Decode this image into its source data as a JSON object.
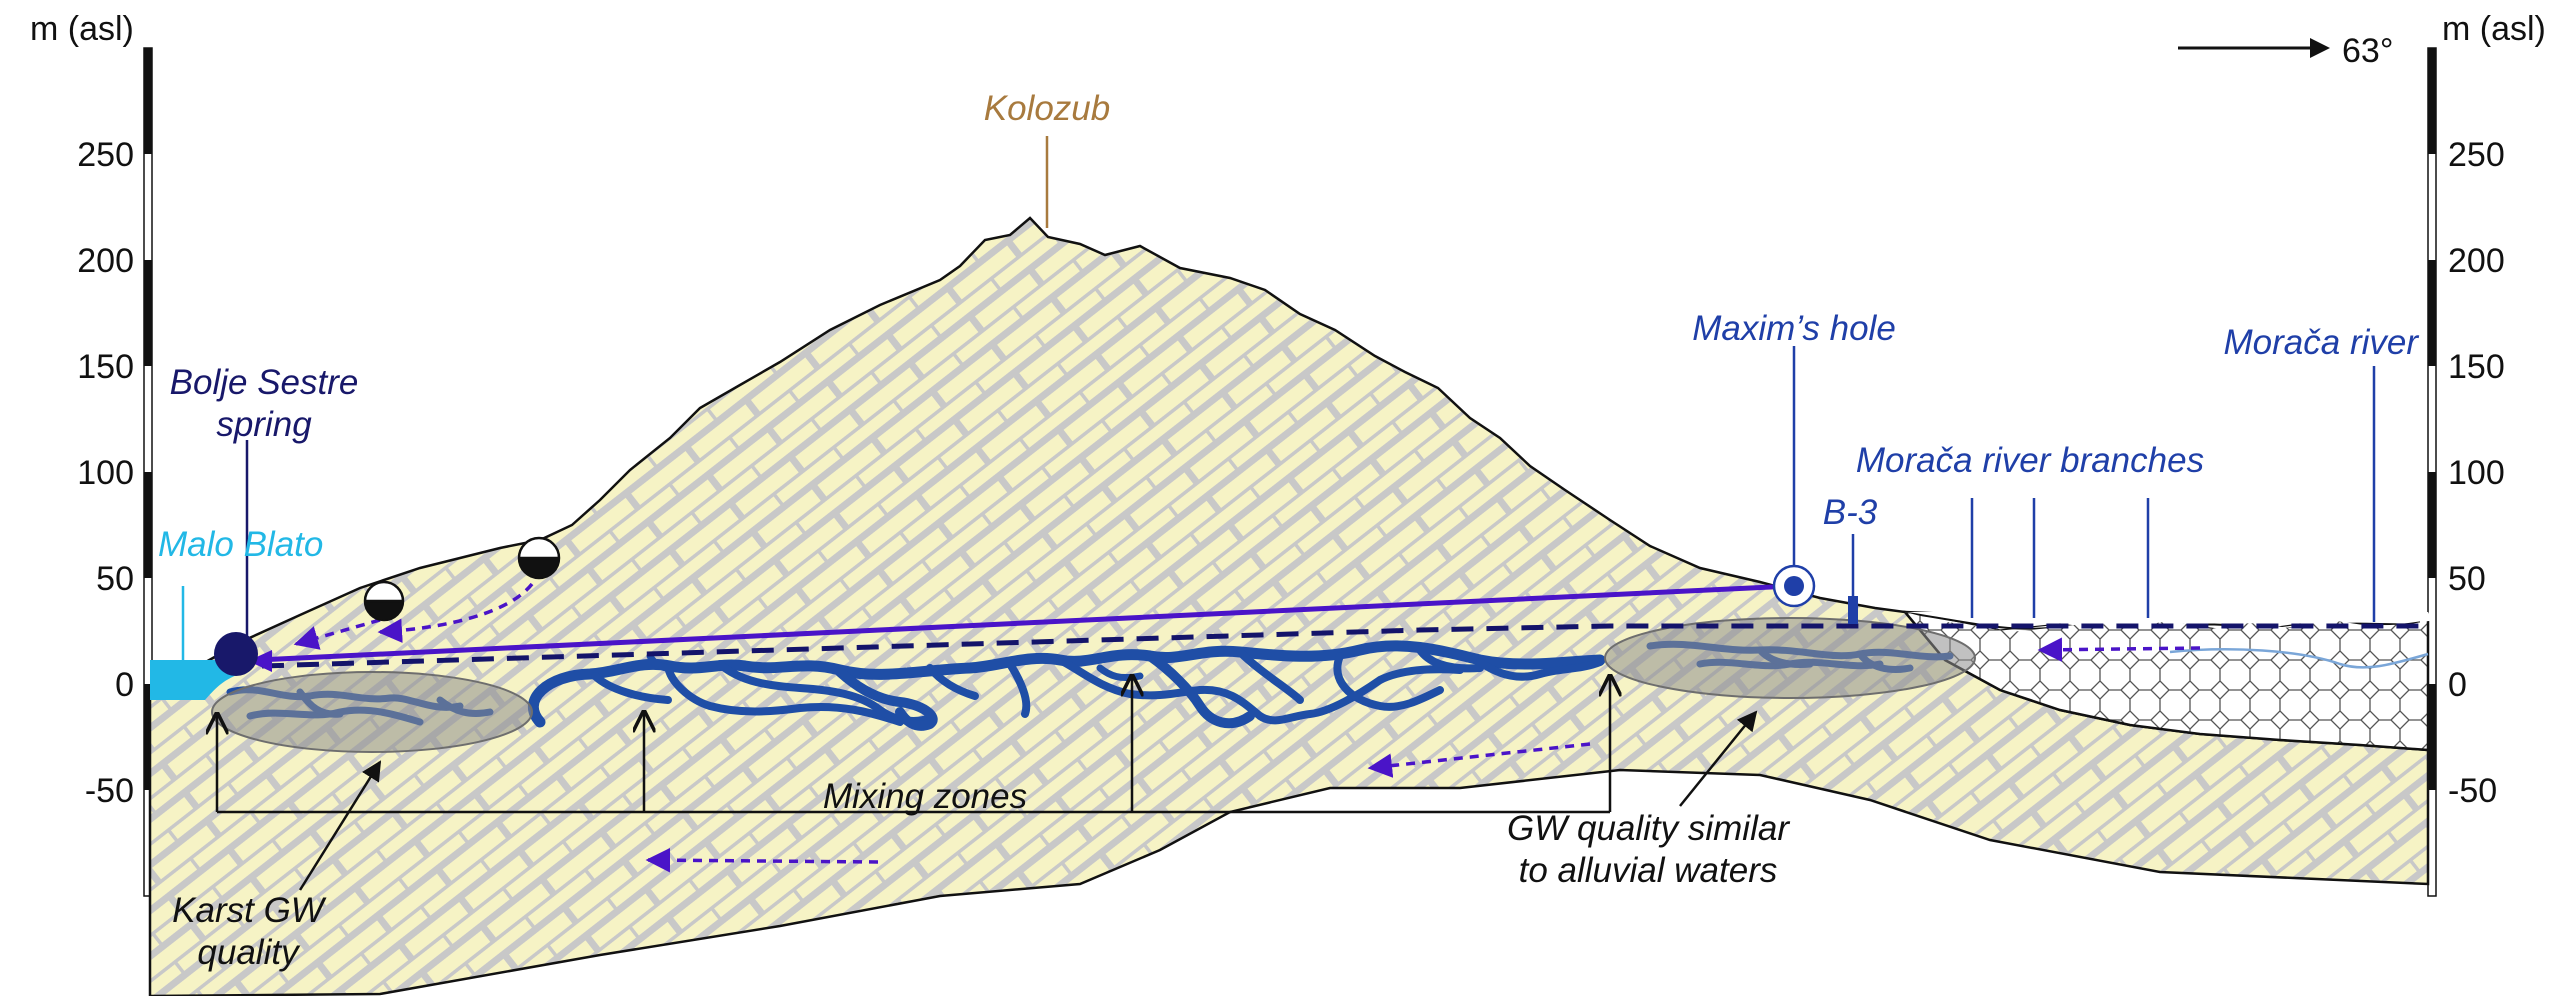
{
  "axes": {
    "left_unit": "m (asl)",
    "right_unit": "m (asl)",
    "ticks": [
      "250",
      "200",
      "150",
      "100",
      "50",
      "0",
      "-50"
    ]
  },
  "orientation": {
    "label": "63°"
  },
  "labels": {
    "kolozub": "Kolozub",
    "bolje_line1": "Bolje Sestre",
    "bolje_line2": "spring",
    "malo_blato": "Malo Blato",
    "maxims_hole": "Maxim’s hole",
    "b3": "B-3",
    "moraca_river": "Morača river",
    "moraca_branches": "Morača river branches",
    "mixing_zones": "Mixing zones",
    "gw_line1": "GW quality similar",
    "gw_line2": "to alluvial waters",
    "karst_line1": "Karst GW",
    "karst_line2": "quality"
  },
  "colors": {
    "limestone_fill": "#f6f3c5",
    "brick_line": "#c8c8c8",
    "karst_conduit": "#1f4ea6",
    "spring": "#1a1a6e",
    "water_cyan": "#22b8e6",
    "label_blue": "#1f3fa8",
    "label_navy": "#18186a",
    "label_brown": "#a87a3e",
    "flow_arrow": "#4a14c8",
    "mixing_zone": "#8e8e8e"
  }
}
